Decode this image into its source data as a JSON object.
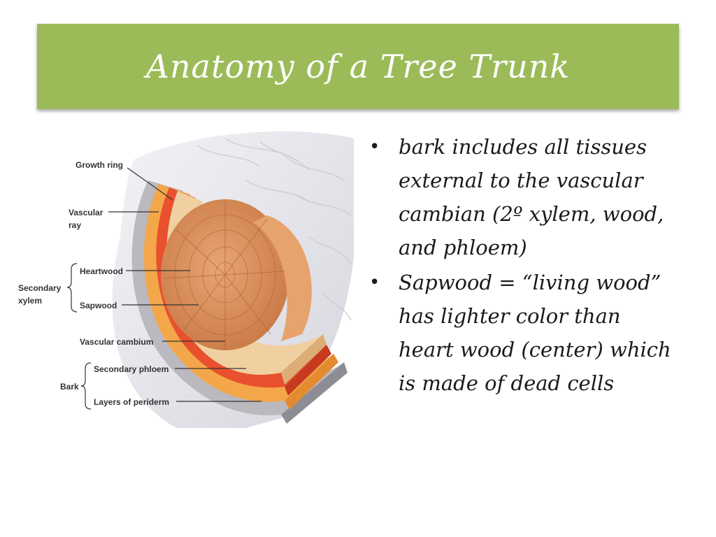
{
  "slide": {
    "title": "Anatomy of a Tree Trunk",
    "bullets": [
      "bark includes all tissues external to the vascular cambian (2º xylem, wood, and phloem)",
      "Sapwood = “living wood”  has lighter color than heart wood (center) which is made of dead cells"
    ]
  },
  "diagram": {
    "labels": {
      "growth_ring": "Growth ring",
      "vascular_ray_1": "Vascular",
      "vascular_ray_2": "ray",
      "secondary_xylem_1": "Secondary",
      "secondary_xylem_2": "xylem",
      "heartwood": "Heartwood",
      "sapwood": "Sapwood",
      "vascular_cambium": "Vascular cambium",
      "secondary_phloem": "Secondary phloem",
      "bark": "Bark",
      "periderm": "Layers of periderm"
    },
    "colors": {
      "heartwood": "#d98f5a",
      "sapwood": "#f0cfa0",
      "cambium": "#e8502e",
      "phloem": "#f4a64a",
      "periderm": "#b8b8b8",
      "bark_surface": "#e9e9ee"
    }
  }
}
